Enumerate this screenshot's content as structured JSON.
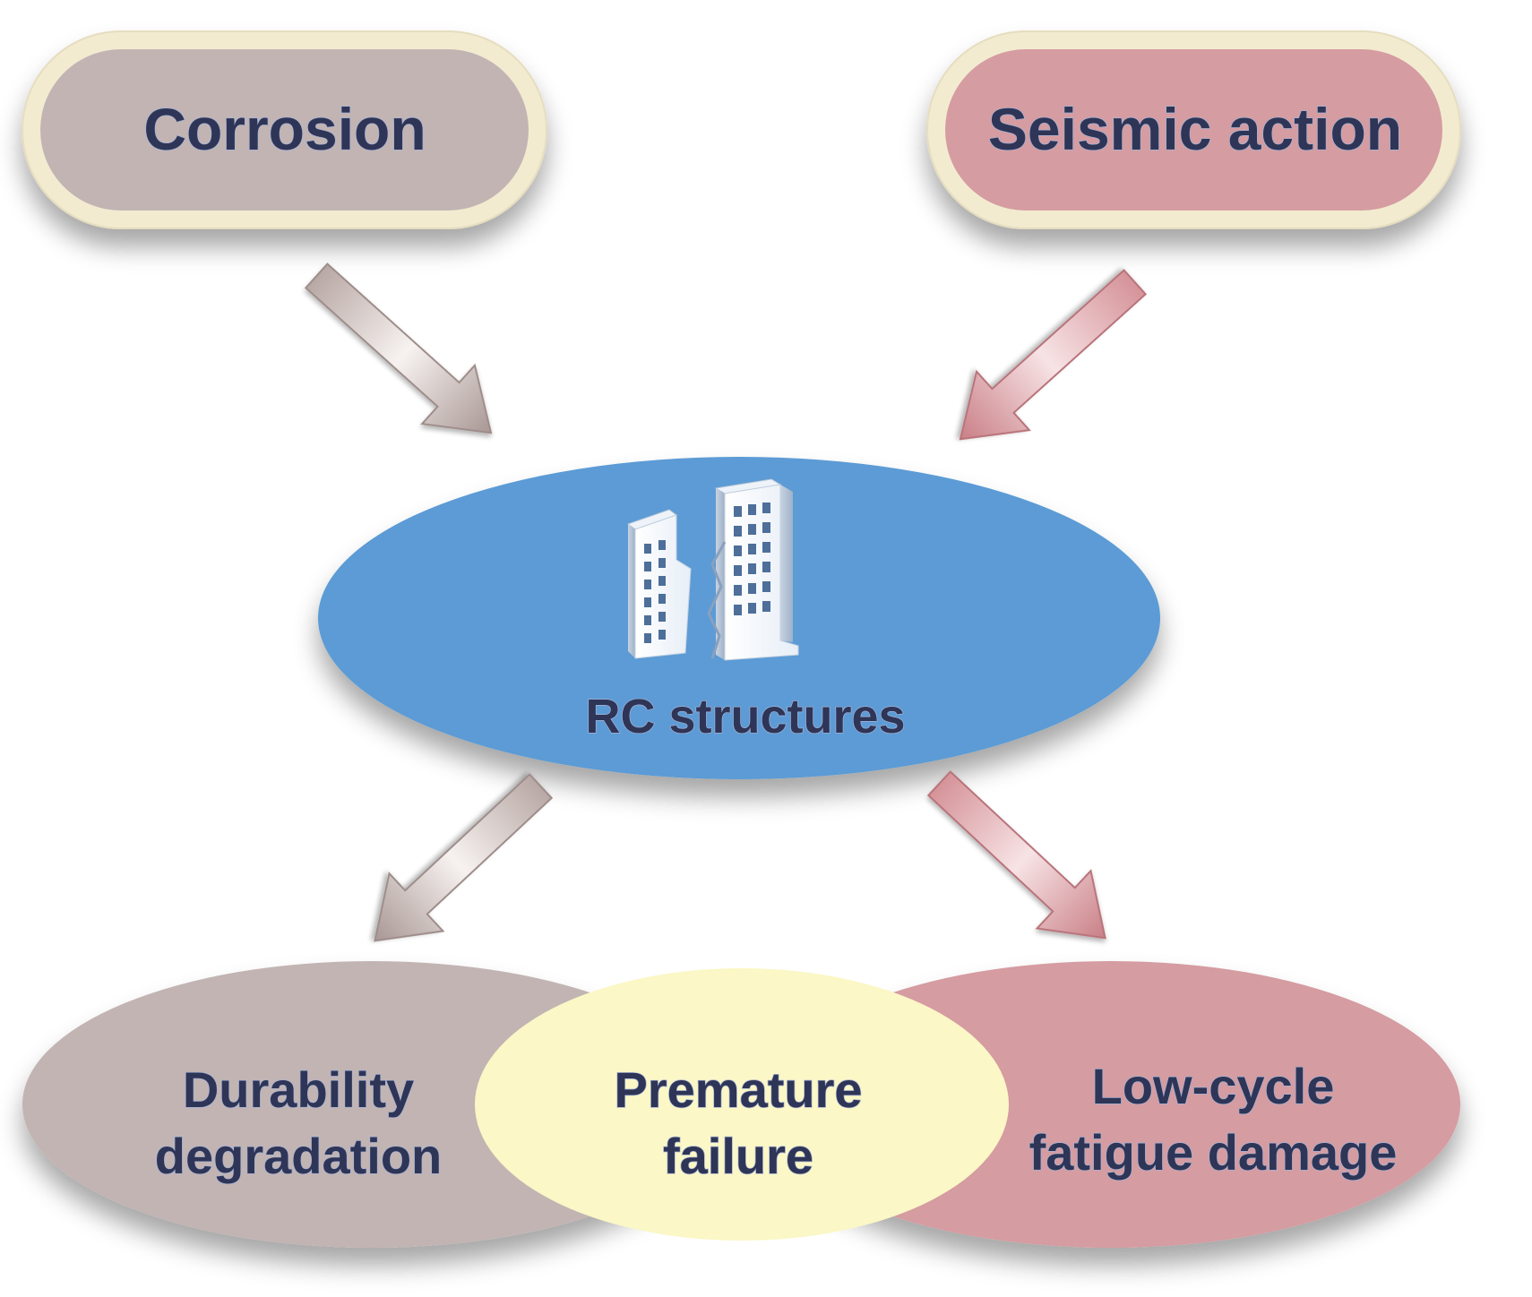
{
  "nodes": {
    "corrosion": {
      "label": "Corrosion"
    },
    "seismic": {
      "label": "Seismic action"
    },
    "rc": {
      "label": "RC structures",
      "icon": "buildings-icon"
    },
    "durability": {
      "line1": "Durability",
      "line2": "degradation"
    },
    "premature": {
      "line1": "Premature",
      "line2": "failure"
    },
    "lowcycle": {
      "line1": "Low-cycle",
      "line2": "fatigue damage"
    }
  },
  "colors": {
    "corrosion_fill": "#c2b4b3",
    "seismic_fill": "#d59ca1",
    "rc_fill": "#5b9bd5",
    "premature_fill": "#fbf7c6",
    "pill_border": "#f3ecd2",
    "text": "#2e3556"
  }
}
